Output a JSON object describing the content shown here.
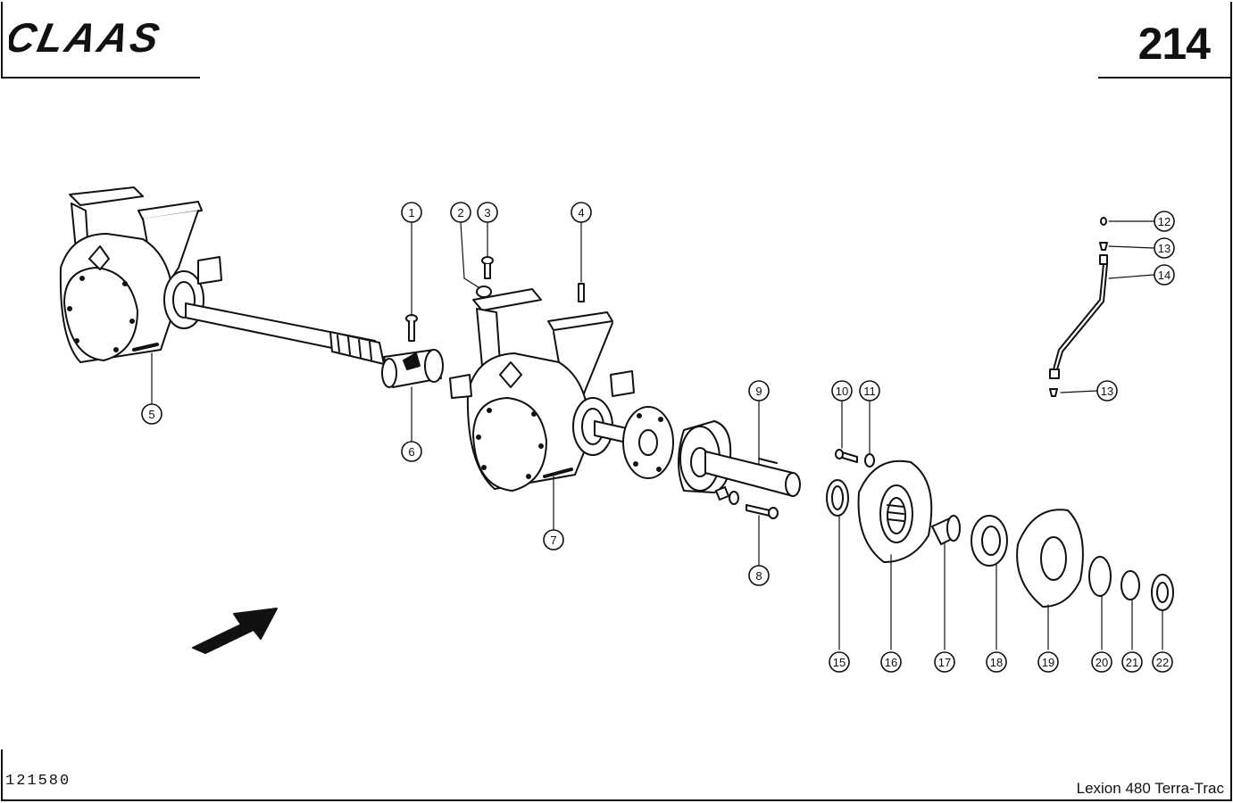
{
  "header": {
    "brand": "CLAAS",
    "page_number": "214"
  },
  "footer": {
    "document_number": "121580",
    "model": "Lexion 480 Terra-Trac"
  },
  "callouts": [
    "1",
    "2",
    "3",
    "4",
    "5",
    "6",
    "7",
    "8",
    "9",
    "10",
    "11",
    "12",
    "13",
    "14",
    "13",
    "15",
    "16",
    "17",
    "18",
    "19",
    "20",
    "21",
    "22"
  ],
  "icons": {
    "direction_arrow": "travel-direction-arrow-icon"
  }
}
